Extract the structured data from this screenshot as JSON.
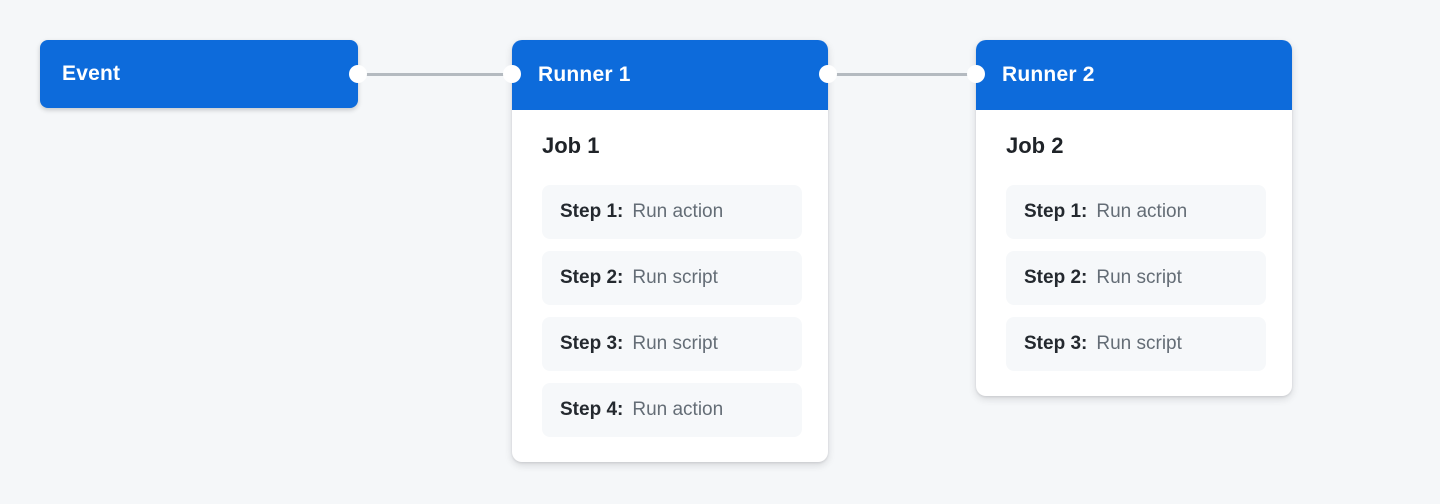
{
  "diagram": {
    "title": "workflow-runner-diagram",
    "colors": {
      "accent_blue": "#0d6bdb",
      "page_background": "#f5f7f9",
      "card_background": "#ffffff",
      "step_background": "#f6f8fa",
      "connector_gray": "#b4bac0",
      "heading_text": "#1f2328",
      "step_label_text": "#24292f",
      "step_value_text": "#646d76"
    },
    "event": {
      "label": "Event"
    },
    "runners": [
      {
        "title": "Runner 1",
        "job": {
          "title": "Job 1",
          "steps": [
            {
              "label": "Step 1:",
              "value": "Run action"
            },
            {
              "label": "Step 2:",
              "value": "Run script"
            },
            {
              "label": "Step 3:",
              "value": "Run script"
            },
            {
              "label": "Step 4:",
              "value": "Run action"
            }
          ]
        }
      },
      {
        "title": "Runner 2",
        "job": {
          "title": "Job 2",
          "steps": [
            {
              "label": "Step 1:",
              "value": "Run action"
            },
            {
              "label": "Step 2:",
              "value": "Run script"
            },
            {
              "label": "Step 3:",
              "value": "Run script"
            }
          ]
        }
      }
    ]
  }
}
